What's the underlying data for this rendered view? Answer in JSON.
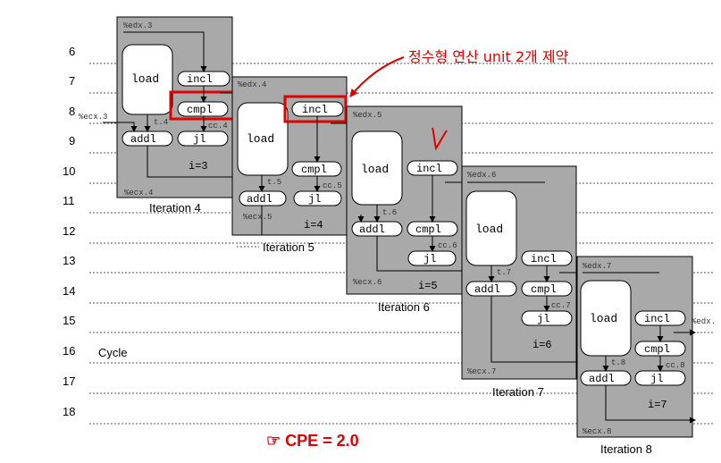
{
  "cycles": [
    "6",
    "7",
    "8",
    "9",
    "10",
    "11",
    "12",
    "13",
    "14",
    "15",
    "16",
    "17",
    "18"
  ],
  "cycle_label": "Cycle",
  "iterations": [
    {
      "label": "Iteration 4",
      "i": "i=3",
      "edx": "%edx.3",
      "ecx_in": "%ecx.3",
      "ecx_out": "%ecx.4",
      "t": "t.4",
      "cc": "cc.4"
    },
    {
      "label": "Iteration 5",
      "i": "i=4",
      "edx": "%edx.4",
      "ecx_out": "%ecx.5",
      "t": "t.5",
      "cc": "cc.5"
    },
    {
      "label": "Iteration 6",
      "i": "i=5",
      "edx": "%edx.5",
      "ecx_out": "%ecx.6",
      "t": "t.6",
      "cc": "cc.6"
    },
    {
      "label": "Iteration 7",
      "i": "i=6",
      "edx": "%edx.6",
      "ecx_out": "%ecx.7",
      "t": "t.7",
      "cc": "cc.7"
    },
    {
      "label": "Iteration 8",
      "i": "i=7",
      "edx": "%edx.7",
      "edx_out": "%edx.",
      "ecx_out": "%ecx.8",
      "t": "t.8",
      "cc": "cc.8"
    }
  ],
  "ops": {
    "load": "load",
    "incl": "incl",
    "cmpl": "cmpl",
    "addl": "addl",
    "jl": "jl"
  },
  "annotation": "정수형 연산 unit 2개 제약",
  "cpe": "☞ CPE = 2.0",
  "colors": {
    "box": "#a9a9a9",
    "highlight": "#e00000",
    "note": "#e00000"
  }
}
